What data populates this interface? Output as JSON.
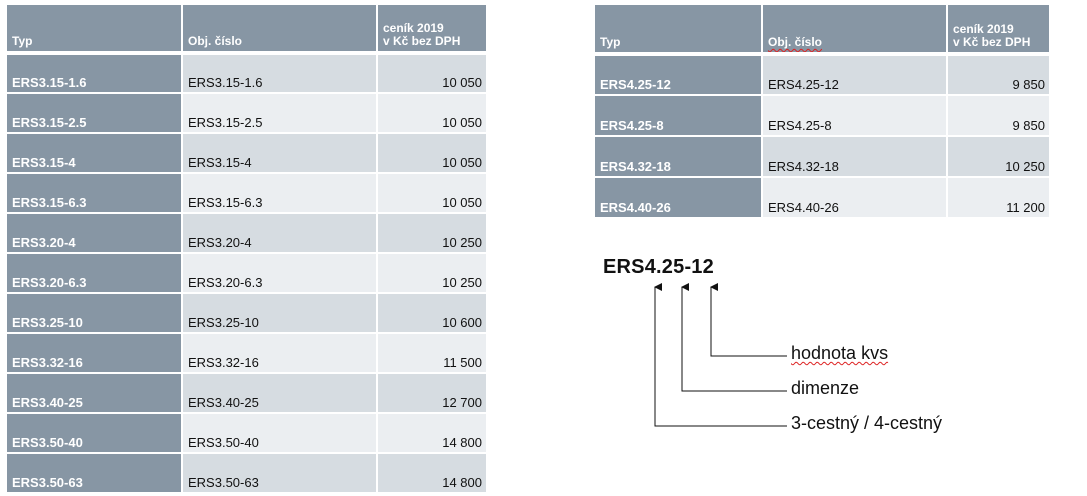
{
  "table_left": {
    "headers": {
      "typ": "Typ",
      "obj": "Obj. číslo",
      "price_line1": "ceník 2019",
      "price_line2": "v Kč bez DPH"
    },
    "rows": [
      {
        "typ": "ERS3.15-1.6",
        "obj": "ERS3.15-1.6",
        "cena": "10 050"
      },
      {
        "typ": "ERS3.15-2.5",
        "obj": "ERS3.15-2.5",
        "cena": "10 050"
      },
      {
        "typ": "ERS3.15-4",
        "obj": "ERS3.15-4",
        "cena": "10 050"
      },
      {
        "typ": "ERS3.15-6.3",
        "obj": "ERS3.15-6.3",
        "cena": "10 050"
      },
      {
        "typ": "ERS3.20-4",
        "obj": "ERS3.20-4",
        "cena": "10 250"
      },
      {
        "typ": "ERS3.20-6.3",
        "obj": "ERS3.20-6.3",
        "cena": "10 250"
      },
      {
        "typ": "ERS3.25-10",
        "obj": "ERS3.25-10",
        "cena": "10 600"
      },
      {
        "typ": "ERS3.32-16",
        "obj": "ERS3.32-16",
        "cena": "11 500"
      },
      {
        "typ": "ERS3.40-25",
        "obj": "ERS3.40-25",
        "cena": "12 700"
      },
      {
        "typ": "ERS3.50-40",
        "obj": "ERS3.50-40",
        "cena": "14 800"
      },
      {
        "typ": "ERS3.50-63",
        "obj": "ERS3.50-63",
        "cena": "14 800"
      }
    ]
  },
  "table_right": {
    "headers": {
      "typ": "Typ",
      "obj": "Obj. číslo",
      "price_line1": "ceník 2019",
      "price_line2": "v Kč bez DPH"
    },
    "rows": [
      {
        "typ": "ERS4.25-12",
        "obj": "ERS4.25-12",
        "cena": "9 850"
      },
      {
        "typ": "ERS4.25-8",
        "obj": "ERS4.25-8",
        "cena": "9 850"
      },
      {
        "typ": "ERS4.32-18",
        "obj": "ERS4.32-18",
        "cena": "10 250"
      },
      {
        "typ": "ERS4.40-26",
        "obj": "ERS4.40-26",
        "cena": "11 200"
      }
    ]
  },
  "legend": {
    "code": "ERS4.25-12",
    "label_kvs": "hodnota kvs",
    "label_dimenze": "dimenze",
    "label_cestny": "3-cestný / 4-cestný"
  },
  "colors": {
    "header_bg": "#8796a4",
    "row_odd": "#d6dce1",
    "row_even": "#ebeef1"
  }
}
